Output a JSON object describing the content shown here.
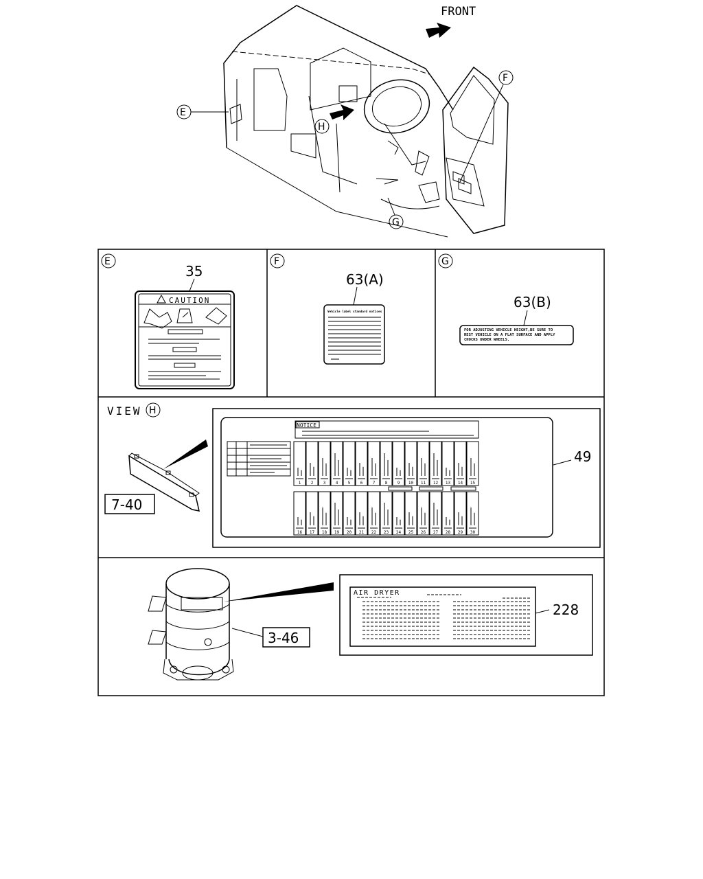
{
  "top_view": {
    "front_label": "FRONT",
    "callouts": {
      "e": "E",
      "f": "F",
      "g": "G",
      "h": "H"
    }
  },
  "panel_e": {
    "letter": "E",
    "part_no": "35",
    "label_title": "CAUTION"
  },
  "panel_f": {
    "letter": "F",
    "part_no": "63(A)",
    "label_header": "Vehicle label standard notices"
  },
  "panel_g": {
    "letter": "G",
    "part_no": "63(B)",
    "label_lines": [
      "FOR ADJUSTING VEHICLE HEIGHT,BE SURE TO",
      "REST VEHICLE ON A FLAT SURFACE AND APPLY",
      "CHOCKS UNDER WHEELS."
    ]
  },
  "view_h": {
    "view_label": "VIEW",
    "view_letter": "H",
    "part_ref": "7-40",
    "part_no": "49",
    "notice_title": "NOTICE",
    "top_row_numbers": [
      "1",
      "2",
      "3",
      "4",
      "5",
      "6",
      "7",
      "8",
      "9",
      "10",
      "11",
      "12",
      "13",
      "14",
      "15"
    ],
    "bottom_row_numbers": [
      "16",
      "17",
      "18",
      "19",
      "20",
      "21",
      "22",
      "23",
      "24",
      "25",
      "26",
      "27",
      "28",
      "29",
      "30"
    ]
  },
  "air_dryer": {
    "part_ref": "3-46",
    "part_no": "228",
    "label_title": "AIR DRYER"
  }
}
